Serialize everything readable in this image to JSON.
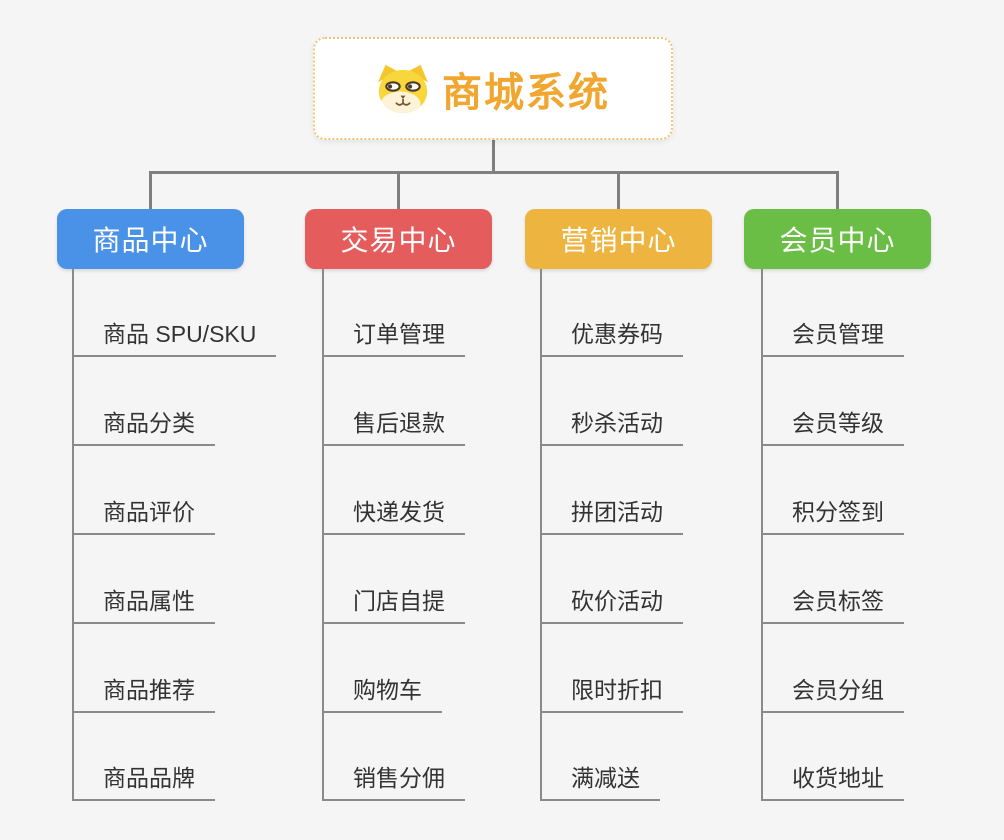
{
  "root": {
    "title": "商城系统",
    "icon": "shiba-dog-icon"
  },
  "branches": [
    {
      "label": "商品中心",
      "color": "#4A91E8",
      "children": [
        "商品 SPU/SKU",
        "商品分类",
        "商品评价",
        "商品属性",
        "商品推荐",
        "商品品牌"
      ]
    },
    {
      "label": "交易中心",
      "color": "#E55C5C",
      "children": [
        "订单管理",
        "售后退款",
        "快递发货",
        "门店自提",
        "购物车",
        "销售分佣"
      ]
    },
    {
      "label": "营销中心",
      "color": "#EDB440",
      "children": [
        "优惠券码",
        "秒杀活动",
        "拼团活动",
        "砍价活动",
        "限时折扣",
        "满减送"
      ]
    },
    {
      "label": "会员中心",
      "color": "#6BBE45",
      "children": [
        "会员管理",
        "会员等级",
        "积分签到",
        "会员标签",
        "会员分组",
        "收货地址"
      ]
    }
  ],
  "colors": {
    "background": "#F5F5F5",
    "root_accent": "#F0A62F",
    "root_border": "#F5C473",
    "connector": "#7F7F7F",
    "leaf_line": "#8A8A8A",
    "leaf_text": "#333333"
  }
}
